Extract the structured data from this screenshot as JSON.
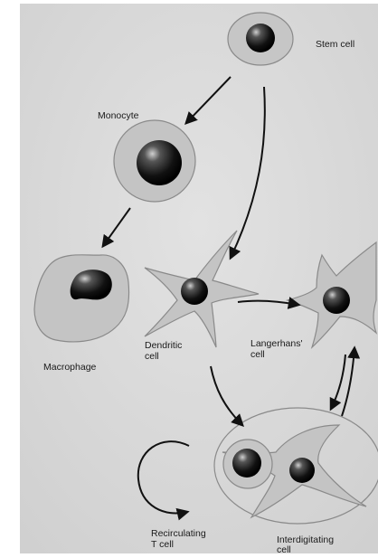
{
  "diagram": {
    "labels": {
      "stem_cell": "Stem cell",
      "monocyte": "Monocyte",
      "macrophage": "Macrophage",
      "dendritic_line1": "Dendritic",
      "dendritic_line2": "cell",
      "langerhans_line1": "Langerhans'",
      "langerhans_line2": "cell",
      "recirculating_line1": "Recirculating",
      "recirculating_line2": "T cell",
      "interdigitating_line1": "Interdigitating",
      "interdigitating_line2": "cell"
    },
    "colors": {
      "page_background": "#d7d7d7",
      "cell_fill": "#c2c2c2",
      "cell_outline": "#8a8a8a",
      "nucleus_dark": "#0a0a0a",
      "nucleus_highlight": "#d0d0d0",
      "arrow": "#111111"
    }
  }
}
